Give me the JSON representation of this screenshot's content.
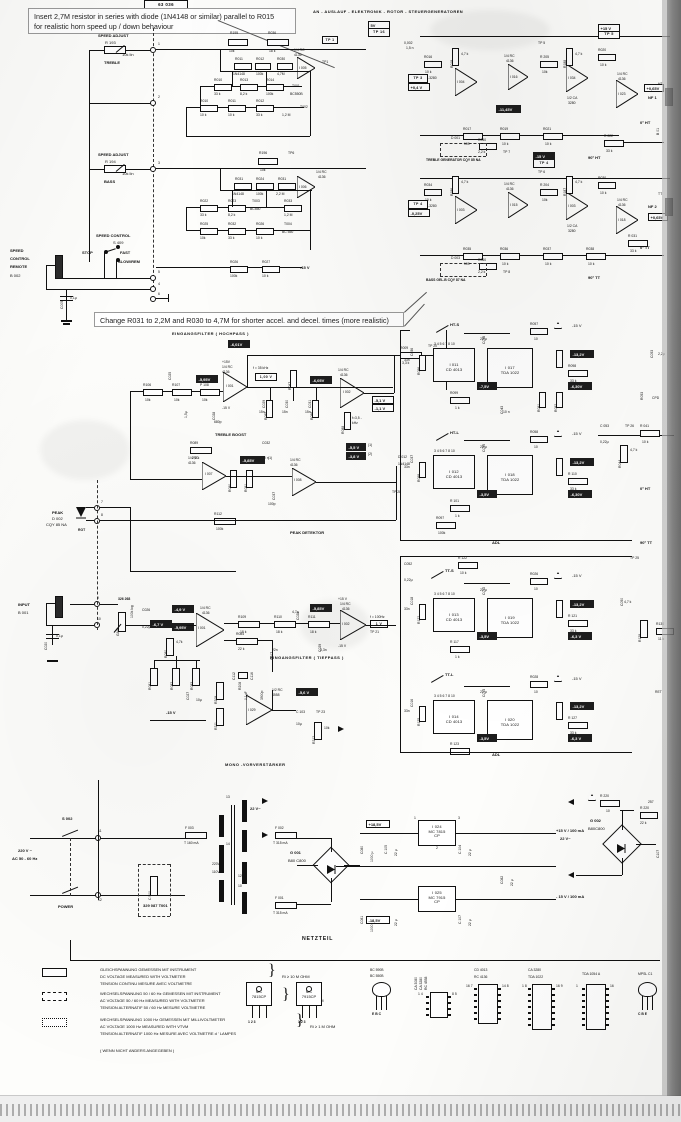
{
  "sheet": {
    "drawing_number": "63 036",
    "header_title": "AN - AUSLAUF - ELEKTRONIK - ROTOR - STEUERGENERATOREN"
  },
  "annotations": [
    {
      "id": "anno-horn-speed",
      "line1": "Insert 2,7M resistor in series with diode (1N4148  or similar) parallel to R015",
      "line2": "for realistic horn speed up / down behaviour"
    },
    {
      "id": "anno-accel-times",
      "line1": "Change R031 to 2,2M and R030 to 4,7M for shorter accel. and decel. times (more realistic)",
      "line2": ""
    }
  ],
  "section_titles": {
    "hochpass": "EINGANGSFILTER ( HOCHPASS )",
    "tiefpass": "EINGANGSFILTER ( TIEFPASS )",
    "treble_boost": "TREBLE BOOST",
    "peak_detektor": "PEAK DETEKTOR",
    "mono_vorverstaerker": "MONO -VORVERSTÄRKER",
    "netzteil": "NETZTEIL",
    "adl_top": "ADL",
    "adl_bottom": "ADL",
    "treble_gen": "TREBLE GENERATOR  CQY 85 NA",
    "bass_gen": "BASS GEL.B  CQY 87 NA"
  },
  "controls": {
    "speed_adjust_treble": {
      "title": "SPEED ADJUST",
      "ref": "R 193",
      "value": "10k lin",
      "name": "TREBLE"
    },
    "speed_adjust_bass": {
      "title": "SPEED ADJUST",
      "ref": "R 194",
      "value": "10k lin",
      "name": "BASS"
    },
    "speed_control": {
      "title": "SPEED CONTROL",
      "ref": "S 409",
      "pos1": "STOP",
      "pos2": "FAST",
      "pos3": "SLOW/REM"
    },
    "speed_remote": {
      "line1": "SPEED",
      "line2": "CONTROL",
      "line3": "REMOTE",
      "ref": "B 002"
    },
    "input": {
      "label": "INPUT",
      "ref": "B 001"
    },
    "gain": {
      "label": "GAIN",
      "ref": "326 268"
    },
    "peak": {
      "line1": "PEAK",
      "line2": "D 002",
      "line3": "CQY 85 NA",
      "color": "ROT"
    },
    "power": {
      "label": "POWER",
      "ref": "S 002"
    }
  },
  "mains": {
    "voltage": "220 V ~",
    "frequency": "AC 50 - 60 Hz",
    "fuse_primary": {
      "ref": "F 003",
      "value": "T 160 mA"
    },
    "fuse_secondary": {
      "ref": "F 002",
      "value": "T 315 mA"
    },
    "fuse_third": {
      "ref": "F 001",
      "value": "T 315 mA"
    },
    "transformer": "329 087 T001",
    "sec_voltage_1": "22 V~",
    "sec_voltage_2": "22 V~",
    "tap_1": "220V",
    "tap_2": "110V",
    "bridge_1": {
      "ref": "G 001",
      "type": "B80 C800"
    },
    "bridge_2": {
      "ref": "G 002",
      "type": "B80C800"
    },
    "reg_pos": {
      "ref": "I 024",
      "type": "MC 7815",
      "suffix": "CP"
    },
    "reg_neg": {
      "ref": "I 025",
      "type": "MC 7915",
      "suffix": "CP"
    },
    "rail_pos": "+15 V / 100 mA",
    "rail_neg": "- 15 V / 100 mA",
    "cap_in_pos": "1000 µ",
    "cap_in_neg": "1000 µ",
    "fuse_r": "R 220"
  },
  "rails": {
    "pos": "+15 V",
    "neg": "-15 V",
    "pos_short": "+15V",
    "neg_short": "-15V"
  },
  "testpoints": [
    "TP 16",
    "TP 5",
    "TP 3",
    "TP 7",
    "TP 6",
    "TP 4",
    "TP 8",
    "TP 20",
    "TP 28",
    "TP 21",
    "TP 23",
    "TP 26",
    "TP 25",
    "TP 24",
    "TP 19"
  ],
  "voltage_callouts": [
    "+6,05 V",
    "-5,95 V",
    "-6,7 V",
    "-6,05 V",
    "-4,9 V",
    "-5,5 V",
    "-6,3 V",
    "-13,2 V",
    "-6,30 V",
    "+1,8 V",
    "-0,5 V",
    "+0,4 V",
    "-0,25 V",
    "-7,5 V",
    "+0,65 V",
    "-3,5 V",
    "-5,1 V",
    "+18,5 V",
    "-18,5 V",
    "-5,6 V",
    "+5,1 V"
  ],
  "ics": [
    {
      "ref": "I 001",
      "type": "1/4 RC 4136"
    },
    {
      "ref": "I 002",
      "type": "1/4 RC 4136"
    },
    {
      "ref": "I 003",
      "type": "1/2 CA 3280"
    },
    {
      "ref": "I 004",
      "type": "1/2 CA 3280"
    },
    {
      "ref": "I 005",
      "type": "1/4 RC 4136"
    },
    {
      "ref": "I 006",
      "type": "1/4 RC 4136"
    },
    {
      "ref": "I 007",
      "type": "1/4 RC 4136"
    },
    {
      "ref": "I 011",
      "type": "CD 4013"
    },
    {
      "ref": "I 012",
      "type": "CD 4013"
    },
    {
      "ref": "I 013",
      "type": "CD 4013"
    },
    {
      "ref": "I 014",
      "type": "CD 4013"
    },
    {
      "ref": "I 017",
      "type": "TDA 1022"
    },
    {
      "ref": "I 018",
      "type": "TDA 1022"
    },
    {
      "ref": "I 019",
      "type": "TDA 1022"
    },
    {
      "ref": "I 020",
      "type": "TDA 1022"
    },
    {
      "ref": "I 021",
      "type": "1/4 RC 4136"
    },
    {
      "ref": "I 022",
      "type": "1/4 RC 4136"
    },
    {
      "ref": "I 023",
      "type": "1/4 RC 4136"
    },
    {
      "ref": "I 027",
      "type": "1/2 RC 4558"
    },
    {
      "ref": "I 029",
      "type": "1/2 RC 4558"
    }
  ],
  "signal_labels": {
    "ht_s": "HT-S",
    "ht_l": "HT-L",
    "tt_s": "TT-S",
    "tt_l": "TT-L",
    "nf1": "NF 1",
    "nf2": "NF 2",
    "deg0_ht": "0° HT",
    "deg90_ht": "90° HT",
    "deg0_tt": "0° TT",
    "deg90_tt": "90° TT"
  },
  "legend": {
    "rows": [
      {
        "box": "solid",
        "de": "GLEICHSPANNUNG GEMESSEN MIT INSTRUMENT",
        "en": "DC VOLTAGE MEASURED WITH VOLTMETER",
        "fr": "TENSION CONTINU MESURE AVEC VOLTMETRE",
        "note": "Ri ≥ 10 M OHM"
      },
      {
        "box": "dashed",
        "de": "WECHSELSPANNUNG 50 / 60 Hz  GEMESSEN MIT INSTRUMENT",
        "en": "AC VOLTAGE  50 / 60 Hz  MEASURED WITH  VOLTMETER",
        "fr": "TENSION ALTERNATIF 50 / 60 Hz MESURE VOLTMETRE",
        "note": "Ri ≥ 10 M OHM"
      },
      {
        "box": "dotted",
        "de": "WECHSELSPANNUNG  1000 Hz GEMESSEN MIT MILLIVOLTMETER",
        "en": "AC VOLTAGE  1000 Hz MEASURED WITH VTVM",
        "fr": "TENSION ALTERNATIF 1000 Hz MESURE AVEC  VOLTMETRE d ' LAMPES",
        "note": "Ri ≥ 1 M OHM"
      }
    ],
    "footnote": "( WENN NICHT ANDERS ANGEGEBEN )"
  },
  "packages": [
    {
      "id": "pkg-bc550b",
      "line1": "BC 590B",
      "line2": "BC 550B",
      "pins": "E B C",
      "style": "to92"
    },
    {
      "id": "pkg-ca3080",
      "line1": "CA 3080",
      "line2": "CA 3280",
      "line3": "RC 4558",
      "pins_left": "1 4",
      "pins_right": "8 5",
      "style": "dip8"
    },
    {
      "id": "pkg-cd4013",
      "line1": "CD 4013",
      "line2": "RC 4136",
      "pins_left": "16 7",
      "pins_right": "14 8",
      "style": "dip14"
    },
    {
      "id": "pkg-ca3280",
      "line1": "CA 3280",
      "line2": "TDA 1022",
      "pins_left": "1 8",
      "pins_right": "16 9",
      "style": "dip16"
    },
    {
      "id": "pkg-tda1054",
      "line1": "TDA 1054 A",
      "pins_left": "1",
      "pins_right": "16",
      "style": "dip16b"
    },
    {
      "id": "pkg-mpslc1",
      "line1": "MPSL C1",
      "pins": "C  B E",
      "style": "to92b"
    }
  ]
}
